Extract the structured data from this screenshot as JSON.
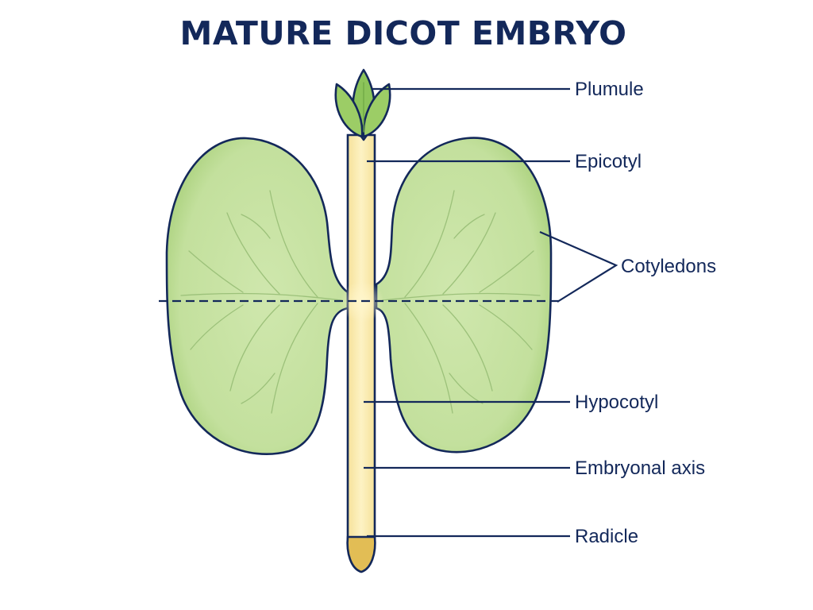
{
  "title": "MATURE DICOT EMBRYO",
  "labels": {
    "plumule": "Plumule",
    "epicotyl": "Epicotyl",
    "cotyledons": "Cotyledons",
    "hypocotyl": "Hypocotyl",
    "embryonal_axis": "Embryonal axis",
    "radicle": "Radicle"
  },
  "colors": {
    "outline": "#13285a",
    "cotyledon_fill": "#c3e09d",
    "cotyledon_edge": "#a9d07c",
    "axis_fill": "#fbeeb4",
    "plumule_fill": "#8cc45a",
    "radicle_fill": "#e2bd55",
    "background": "#ffffff"
  }
}
